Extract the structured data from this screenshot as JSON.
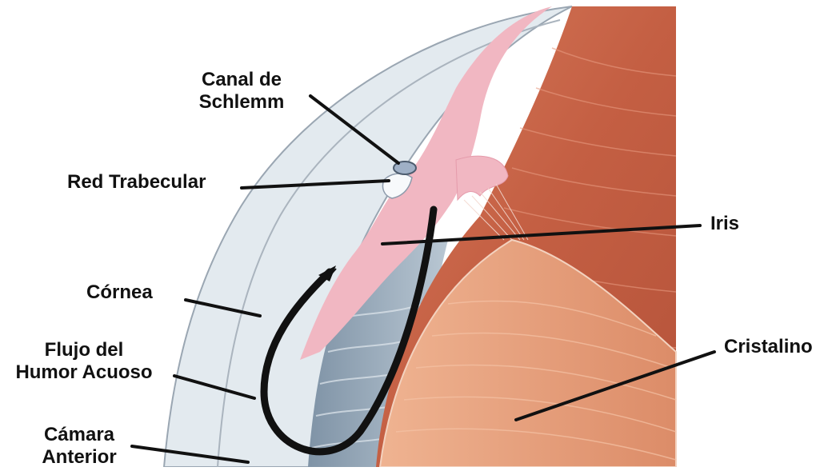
{
  "colors": {
    "background": "#ffffff",
    "cornea": "#e3eaef",
    "cornea_edge": "#9aa6b2",
    "iris_pink": "#f1b7c2",
    "lens_muscle": "#c9664a",
    "lens": "#e6a47f",
    "trabecular_blue": "#9fb0c6",
    "leader": "#111111"
  },
  "labels": {
    "canal_line1": "Canal de",
    "canal_line2": "Schlemm",
    "trabecular": "Red Trabecular",
    "iris": "Iris",
    "cornea": "Córnea",
    "flow_line1": "Flujo del",
    "flow_line2": "Humor Acuoso",
    "lens": "Cristalino",
    "chamber_line1": "Cámara",
    "chamber_line2": "Anterior"
  }
}
